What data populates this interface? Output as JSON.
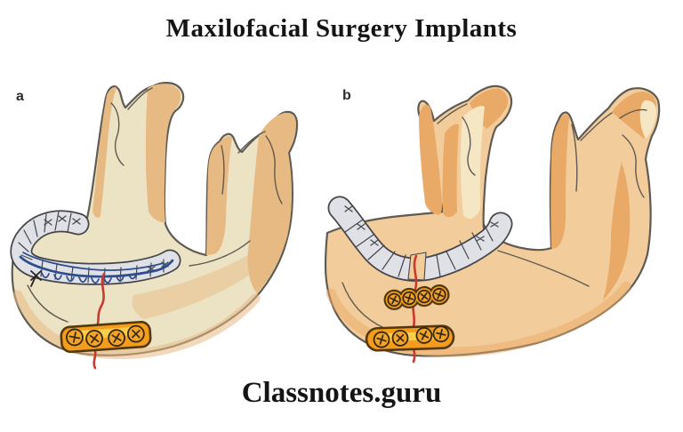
{
  "title": "Maxilofacial Surgery Implants",
  "footer": "Classnotes.guru",
  "figure": {
    "panels": [
      {
        "label": "a"
      },
      {
        "label": "b"
      }
    ],
    "icons": {
      "screw": "circle-with-cross-screw-head",
      "plate": "four-hole-bone-plate",
      "wire": "dental-arch-wire",
      "fracture": "red-fracture-line"
    },
    "colors": {
      "background": "#ffffff",
      "text_color": "#141414",
      "bone_light_a": "#ece2c4",
      "bone_shade_a": "#e7ba83",
      "bone_light_b": "#f2cd9b",
      "bone_shade_b": "#e9a967",
      "bone_highlight_b": "#f5e6c4",
      "bone_outline": "#5f5a52",
      "tooth_fill": "#e0e1e6",
      "tooth_outline": "#45464b",
      "wire_blue": "#2e4d8e",
      "wire_dark": "#26221e",
      "fracture_red": "#c93a2e",
      "plate_orange": "#f49d1d",
      "plate_highlight": "#ffd34f",
      "plate_outline": "#53380e",
      "screw_fill": "#f2a42a",
      "screw_outline": "#35270b"
    }
  }
}
